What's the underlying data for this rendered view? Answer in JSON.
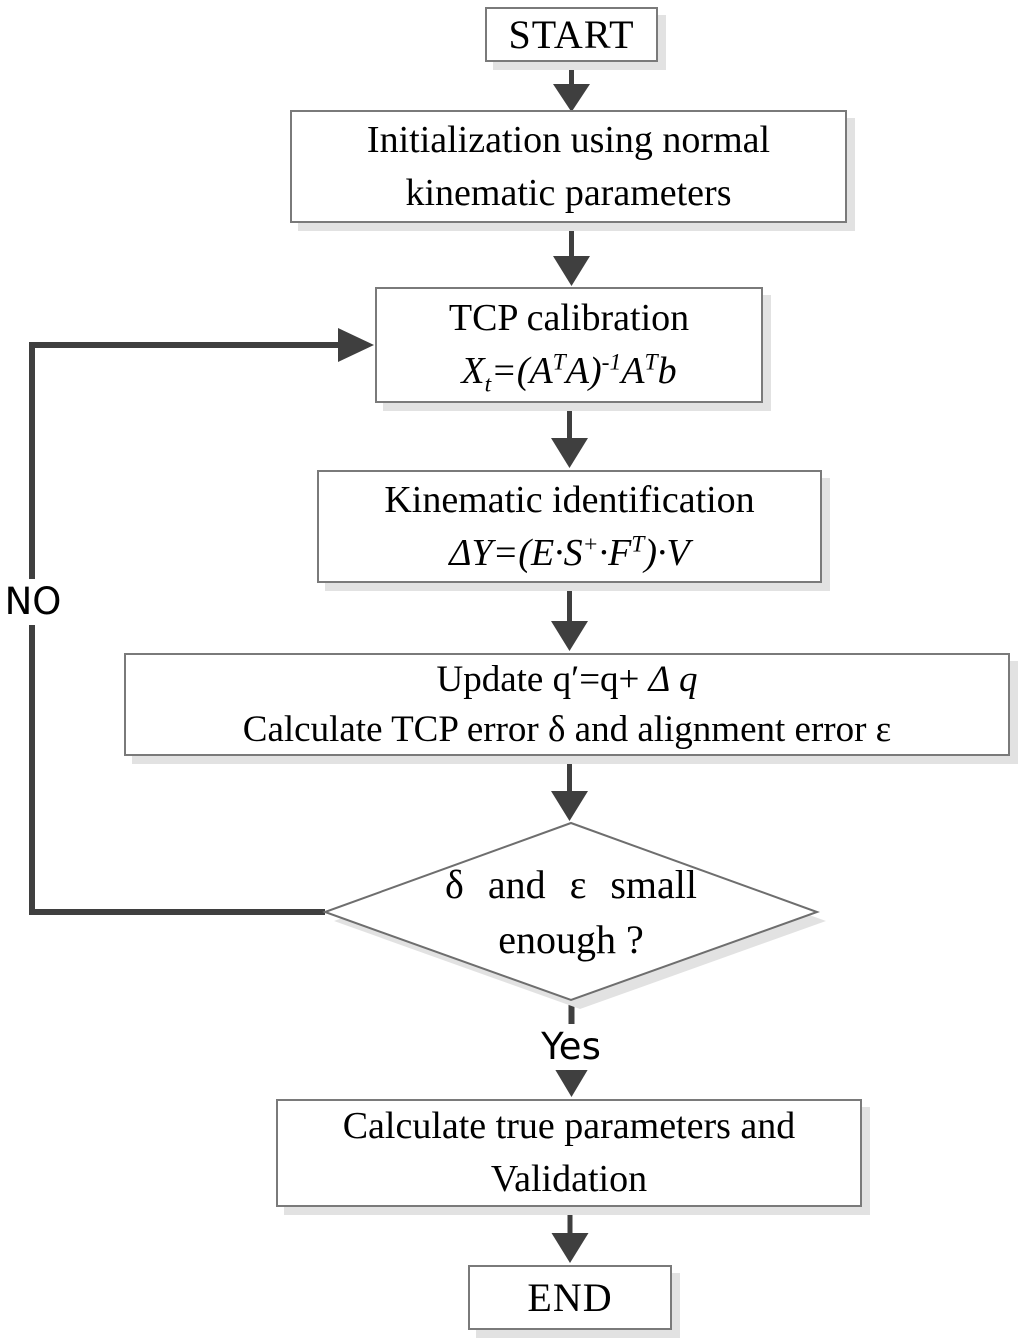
{
  "nodes": {
    "start": {
      "label": "START"
    },
    "init": {
      "line1": "Initialization using normal",
      "line2": "kinematic parameters"
    },
    "tcp": {
      "title": "TCP calibration",
      "formula": [
        {
          "t": "X"
        },
        {
          "t": "t",
          "s": "sub"
        },
        {
          "t": "=(A"
        },
        {
          "t": "T",
          "s": "sup"
        },
        {
          "t": "A)"
        },
        {
          "t": "-1",
          "s": "sup"
        },
        {
          "t": "A"
        },
        {
          "t": "T",
          "s": "sup"
        },
        {
          "t": "b"
        }
      ]
    },
    "kin": {
      "title": "Kinematic identification",
      "formula": [
        {
          "t": "ΔY=(E·S"
        },
        {
          "t": "+",
          "s": "sup"
        },
        {
          "t": "·F"
        },
        {
          "t": "T",
          "s": "sup"
        },
        {
          "t": ")·V"
        }
      ]
    },
    "update": {
      "line1": [
        {
          "t": "Update q′=q+ "
        },
        {
          "t": "Δ q",
          "s": "i"
        }
      ],
      "line2": "Calculate TCP error δ and alignment error ε"
    },
    "decision": {
      "line1": "δ and ε small",
      "line2": "enough ?"
    },
    "calc": {
      "line1": "Calculate true parameters and",
      "line2": "Validation"
    },
    "end": {
      "label": "END"
    }
  },
  "edges": {
    "no_label": "NO",
    "yes_label": "Yes"
  },
  "colors": {
    "background": "#ffffff",
    "text": "#000000",
    "box_border": "#7a7a7a",
    "connector": "#3f3f3f",
    "shadow": "#e2e2e2"
  }
}
